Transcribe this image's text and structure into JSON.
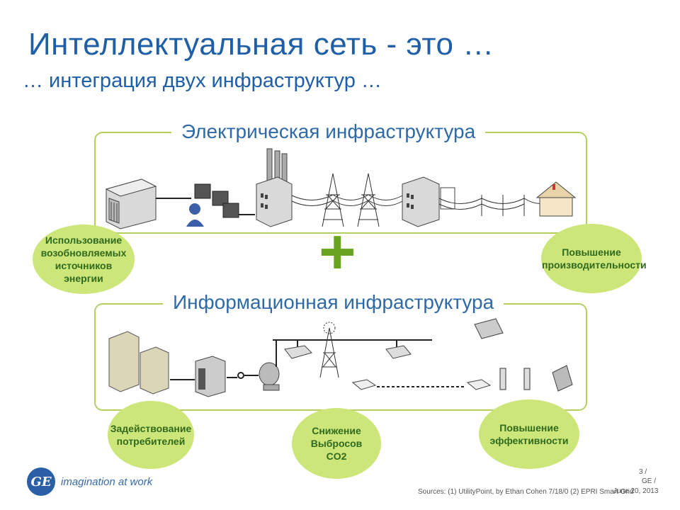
{
  "title": "Интеллектуальная сеть - это …",
  "subtitle": "… интеграция двух инфраструктур …",
  "electric": {
    "label": "Электрическая инфраструктура"
  },
  "info": {
    "label": "Информационная инфраструктура"
  },
  "plus_sign": "+",
  "ovals": {
    "renewable": "Использование возобновляемых источников энергии",
    "productivity": "Повышение производительности",
    "consumers": "Задействование потребителей",
    "co2": "Снижение Выбросов CO2",
    "efficiency": "Повышение эффективности"
  },
  "footer": {
    "logo_text": "GE",
    "tagline": "imagination at work",
    "page_number": "3 /",
    "company": "GE /",
    "date": "June 20, 2013",
    "sources": "Sources: (1) UtilityPoint, by Ethan Cohen 7/18/0  (2) EPRI Smart Grid"
  },
  "colors": {
    "title_blue": "#1f5fa8",
    "oval_green": "#cde67a",
    "frame_green": "#b4cf5e",
    "plus_green": "#6aa320"
  }
}
